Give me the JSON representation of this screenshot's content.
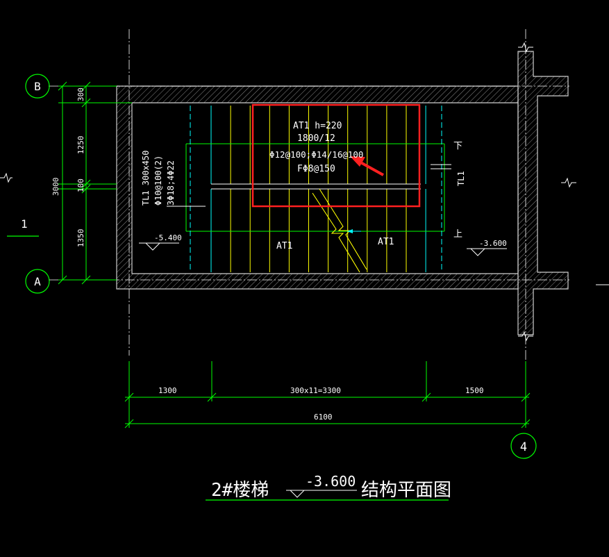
{
  "axes": {
    "b": "B",
    "a": "A",
    "four": "4",
    "one": "1"
  },
  "vertical_dims": {
    "d300": "300",
    "d1250": "1250",
    "d100": "100",
    "d1350": "1350",
    "total": "3000"
  },
  "horizontal_dims": {
    "d1300": "1300",
    "steps": "300x11=3300",
    "d1500": "1500",
    "total": "6100"
  },
  "annotation": {
    "line1": "AT1 h=220",
    "line2": "1800/12",
    "line3": "Φ12@100;Φ14/16@100",
    "line4": "FΦ8@150"
  },
  "tl1_left": {
    "line1": "TL1 300x450",
    "line2": "Φ10@100(2)",
    "line3": "3Φ18;4Φ22"
  },
  "tl1_right": "TL1",
  "flights": {
    "left": "AT1",
    "right": "AT1"
  },
  "levels": {
    "left": "-5.400",
    "right": "-3.600"
  },
  "direction": {
    "down": "下",
    "up": "上"
  },
  "title": {
    "prefix": "2#楼梯",
    "level": "-3.600",
    "suffix": "结构平面图"
  },
  "colors": {
    "green": "#00ff00",
    "white": "#ffffff",
    "cyan": "#00ffff",
    "yellow": "#ffff00",
    "red": "#ff2020",
    "wall": "#cfcfcf"
  }
}
